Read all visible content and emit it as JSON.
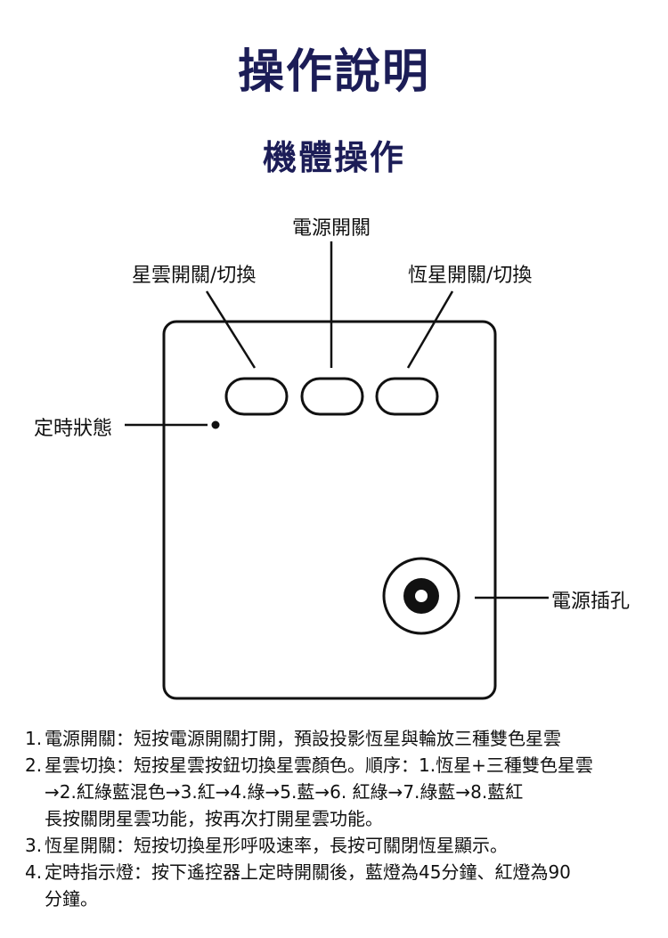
{
  "title": "操作說明",
  "subtitle": "機體操作",
  "labels": {
    "power_switch": "電源開關",
    "nebula_switch": "星雲開關/切換",
    "star_switch": "恆星開關/切換",
    "timer_status": "定時狀態",
    "power_jack": "電源插孔"
  },
  "instructions": [
    {
      "num": "1.",
      "lines": [
        "電源開關：短按電源開關打開，預設投影恆星與輪放三種雙色星雲"
      ]
    },
    {
      "num": "2.",
      "lines": [
        "星雲切換：短按星雲按鈕切換星雲顏色。順序：1.恆星+三種雙色星雲",
        "→2.紅綠藍混色→3.紅→4.綠→5.藍→6. 紅綠→7.綠藍→8.藍紅",
        "長按關閉星雲功能，按再次打開星雲功能。"
      ]
    },
    {
      "num": "3.",
      "lines": [
        "恆星開關：短按切換星形呼吸速率，長按可關閉恆星顯示。"
      ]
    },
    {
      "num": "4.",
      "lines": [
        "定時指示燈：按下遙控器上定時開關後，藍燈為45分鐘、紅燈為90",
        "分鐘。"
      ]
    }
  ]
}
